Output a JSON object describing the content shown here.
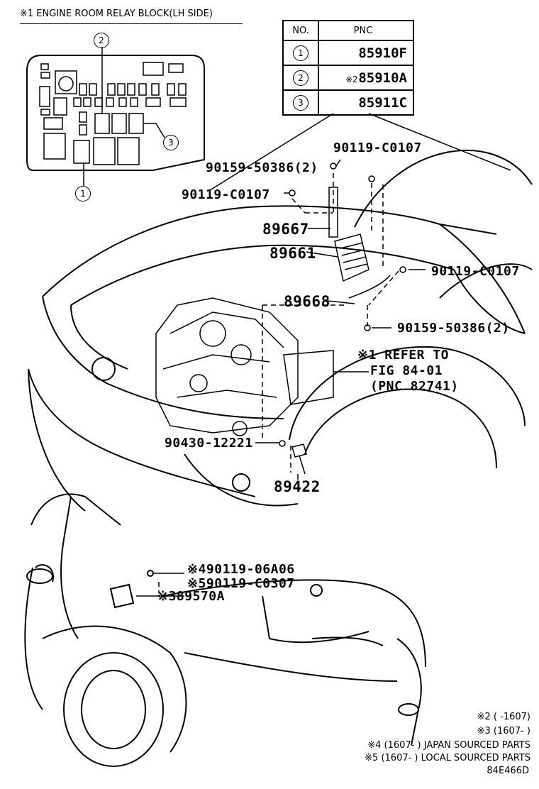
{
  "header": {
    "relay_block_title": "※1  ENGINE ROOM RELAY BLOCK(LH SIDE)"
  },
  "callouts": {
    "c1": "1",
    "c2": "2",
    "c3": "3"
  },
  "pnc_table": {
    "col_no": "NO.",
    "col_pnc": "PNC",
    "rows": [
      {
        "no": "1",
        "mark": "",
        "pnc": "85910F"
      },
      {
        "no": "2",
        "mark": "※2",
        "pnc": "85910A"
      },
      {
        "no": "3",
        "mark": "",
        "pnc": "85911C"
      }
    ]
  },
  "parts": {
    "bolt_a": "90119-C0107",
    "bolt_b": "90159-50386(2)",
    "bolt_c": "90119-C0107",
    "p89667": "89667",
    "p89661": "89661",
    "bolt_d": "90119-C0107",
    "p89668": "89668",
    "bolt_e": "90159-50386(2)",
    "refer_1": "※1 REFER TO",
    "refer_2": "FIG 84-01",
    "refer_3": "(PNC 82741)",
    "nut": "90430-12221",
    "p89422": "89422",
    "rear_1": "※490119-06A06",
    "rear_2": "※590119-C0307",
    "rear_3": "※389570A"
  },
  "notes": {
    "n2": "※2 (      -1607)",
    "n3": "※3 (1607-      )",
    "n4": "※4 (1607-      ) JAPAN SOURCED PARTS",
    "n5": "※5 (1607-      ) LOCAL SOURCED PARTS",
    "code": "84E466D"
  }
}
